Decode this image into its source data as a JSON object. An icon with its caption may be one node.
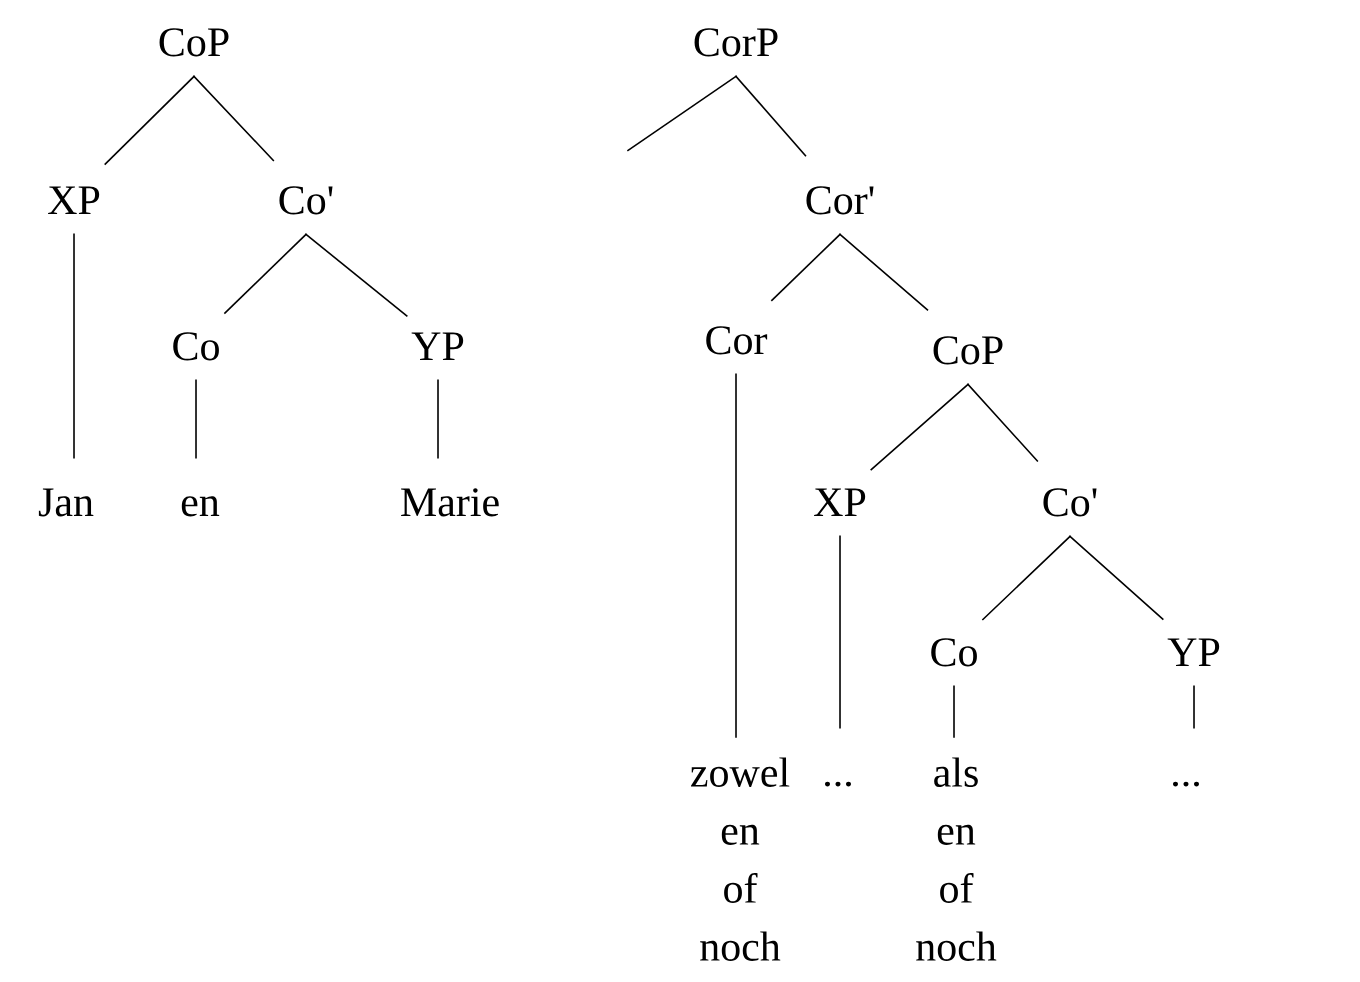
{
  "diagram": {
    "nodes": [
      {
        "text": [
          "CoP"
        ]
      },
      {
        "text": [
          "XP"
        ]
      },
      {
        "text": [
          "Co'"
        ]
      },
      {
        "text": [
          "Co"
        ]
      },
      {
        "text": [
          "YP"
        ]
      },
      {
        "text": [
          "Jan"
        ]
      },
      {
        "text": [
          "en"
        ]
      },
      {
        "text": [
          "Marie"
        ]
      },
      {
        "text": [
          "CorP"
        ]
      },
      {
        "text": [
          "Cor'"
        ]
      },
      {
        "text": [
          "Cor"
        ]
      },
      {
        "text": [
          "CoP"
        ]
      },
      {
        "text": [
          "XP"
        ]
      },
      {
        "text": [
          "Co'"
        ]
      },
      {
        "text": [
          "Co"
        ]
      },
      {
        "text": [
          "YP"
        ]
      },
      {
        "text": [
          "zowel",
          "en",
          "of",
          "noch"
        ]
      },
      {
        "text": [
          "..."
        ]
      },
      {
        "text": [
          "als",
          "en",
          "of",
          "noch"
        ]
      },
      {
        "text": [
          "..."
        ]
      }
    ],
    "edges": [
      {
        "from": 0,
        "to": 1,
        "arrow": "none"
      },
      {
        "from": 0,
        "to": 2,
        "arrow": "none"
      },
      {
        "from": 1,
        "to": 5,
        "arrow": "none"
      },
      {
        "from": 2,
        "to": 3,
        "arrow": "none"
      },
      {
        "from": 2,
        "to": 4,
        "arrow": "none"
      },
      {
        "from": 3,
        "to": 6,
        "arrow": "none"
      },
      {
        "from": 4,
        "to": 7,
        "arrow": "none"
      },
      {
        "from": 8,
        "to": null,
        "arrow": "none"
      },
      {
        "from": 8,
        "to": 9,
        "arrow": "none"
      },
      {
        "from": 9,
        "to": 10,
        "arrow": "none"
      },
      {
        "from": 9,
        "to": 11,
        "arrow": "none"
      },
      {
        "from": 10,
        "to": 16,
        "arrow": "none"
      },
      {
        "from": 11,
        "to": 12,
        "arrow": "none"
      },
      {
        "from": 11,
        "to": 13,
        "arrow": "none"
      },
      {
        "from": 12,
        "to": 17,
        "arrow": "none"
      },
      {
        "from": 13,
        "to": 14,
        "arrow": "none"
      },
      {
        "from": 13,
        "to": 15,
        "arrow": "none"
      },
      {
        "from": 14,
        "to": 18,
        "arrow": "none"
      },
      {
        "from": 15,
        "to": 19,
        "arrow": "none"
      }
    ]
  }
}
